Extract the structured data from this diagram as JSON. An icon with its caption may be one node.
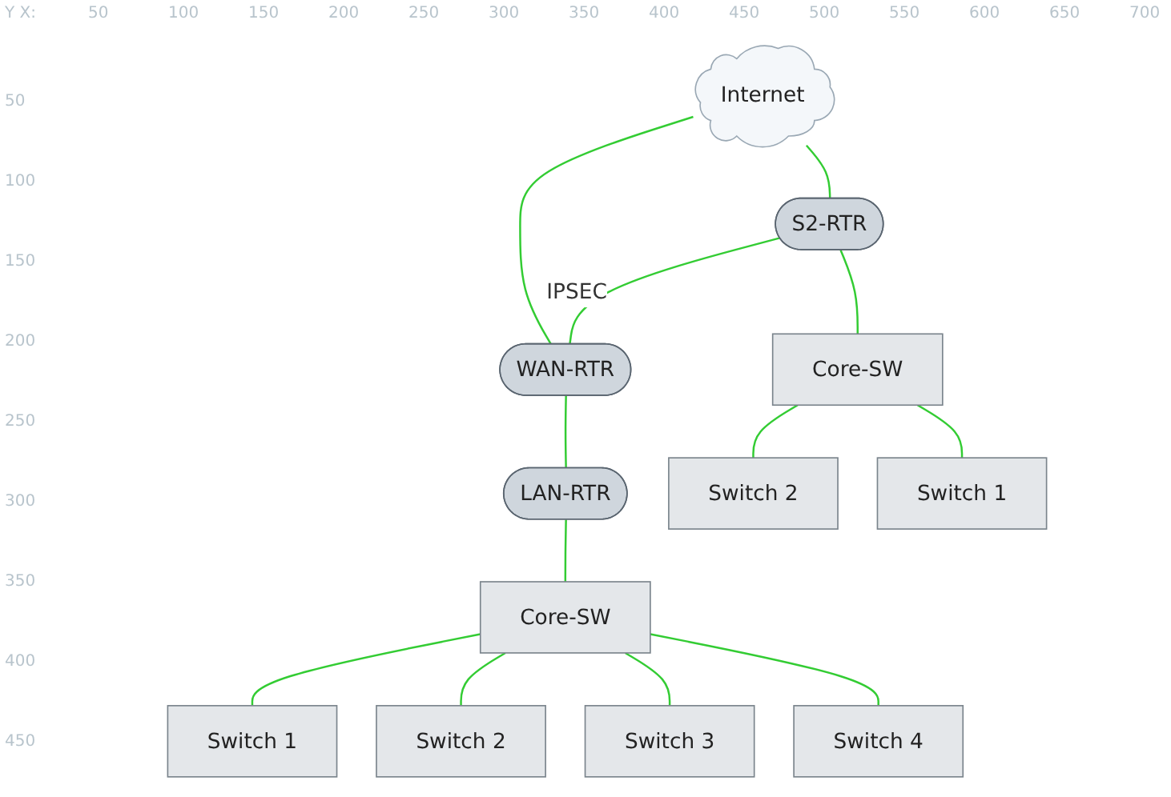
{
  "diagram": {
    "nodes": [
      {
        "text": [
          "Internet"
        ]
      },
      {
        "text": [
          "S2-RTR"
        ]
      },
      {
        "text": [
          "WAN-RTR"
        ]
      },
      {
        "text": [
          "Core-SW"
        ]
      },
      {
        "text": [
          "LAN-RTR"
        ]
      },
      {
        "text": [
          "Switch 2"
        ]
      },
      {
        "text": [
          "Switch 1"
        ]
      },
      {
        "text": [
          "Core-SW"
        ]
      },
      {
        "text": [
          "Switch 1"
        ]
      },
      {
        "text": [
          "Switch 2"
        ]
      },
      {
        "text": [
          "Switch 3"
        ]
      },
      {
        "text": [
          "Switch 4"
        ]
      }
    ],
    "edges": [
      {
        "from": 0,
        "to": 1,
        "arrow": "none"
      },
      {
        "from": 0,
        "to": 2,
        "arrow": "none"
      },
      {
        "from": 1,
        "to": 2,
        "arrow": "none",
        "label": "IPSEC"
      },
      {
        "from": 1,
        "to": 3,
        "arrow": "none"
      },
      {
        "from": 2,
        "to": 4,
        "arrow": "none"
      },
      {
        "from": 3,
        "to": 5,
        "arrow": "none"
      },
      {
        "from": 3,
        "to": 6,
        "arrow": "none"
      },
      {
        "from": 4,
        "to": 7,
        "arrow": "none"
      },
      {
        "from": 7,
        "to": 8,
        "arrow": "none"
      },
      {
        "from": 7,
        "to": 9,
        "arrow": "none"
      },
      {
        "from": 7,
        "to": 10,
        "arrow": "none"
      },
      {
        "from": 7,
        "to": 11,
        "arrow": "none"
      }
    ],
    "labels": [
      "Y X:",
      "50",
      "100",
      "150",
      "200",
      "250",
      "300",
      "350",
      "400",
      "450",
      "500",
      "550",
      "600",
      "650",
      "700",
      "50",
      "100",
      "150",
      "200",
      "250",
      "300",
      "350",
      "400",
      "450"
    ]
  }
}
